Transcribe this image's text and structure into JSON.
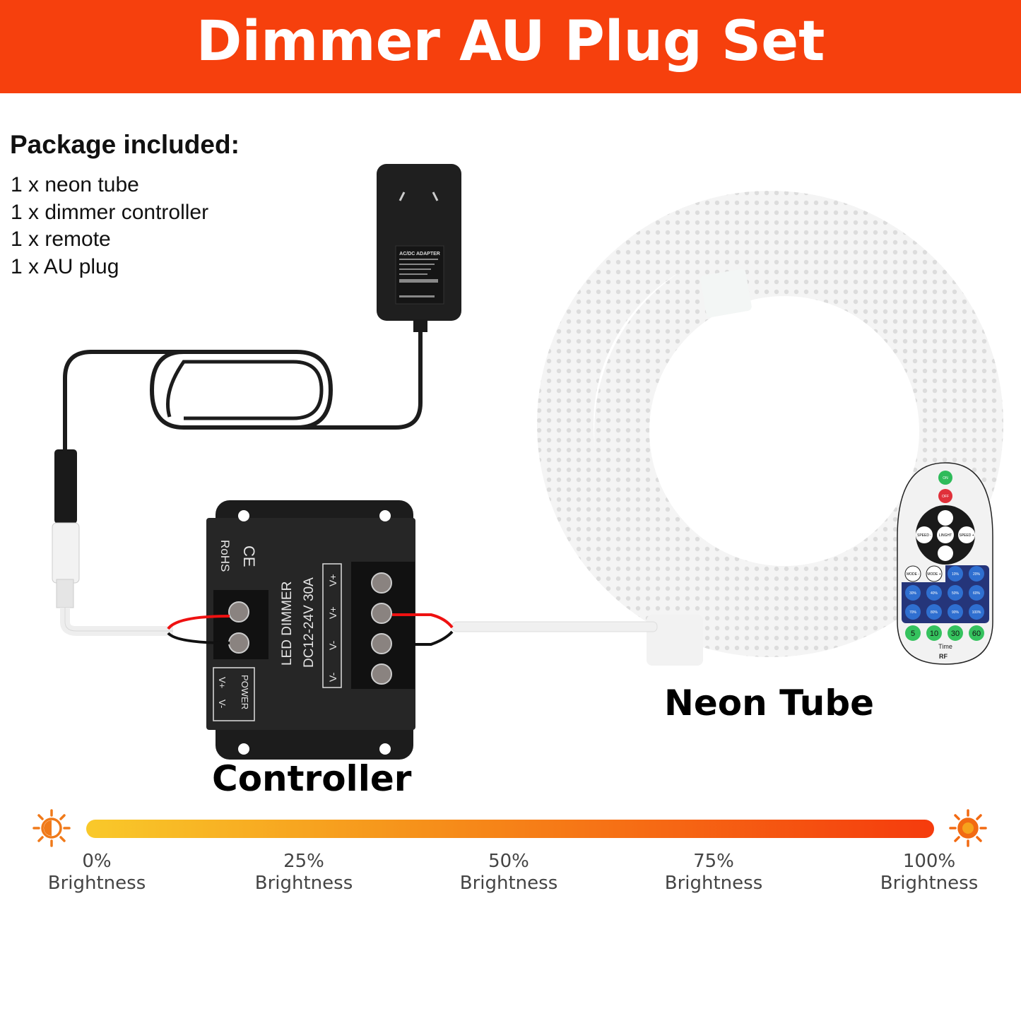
{
  "header": {
    "title": "Dimmer AU Plug Set",
    "background_color": "#f6400d"
  },
  "package": {
    "title": "Package included:",
    "items": [
      "1 x neon tube",
      "1 x dimmer controller",
      "1 x remote",
      "1 x AU plug"
    ]
  },
  "adapter": {
    "label_title": "AC/DC ADAPTER"
  },
  "controller": {
    "label": "Controller",
    "rohs": "RoHS",
    "ce": "CE",
    "name": "LED DIMMER",
    "rating": "DC12-24V 30A",
    "power_label": "POWER",
    "v_plus": "V+",
    "v_minus": "V-"
  },
  "neon": {
    "label": "Neon Tube"
  },
  "remote": {
    "on": "ON",
    "off": "OFF",
    "speed_minus": "SPEED -",
    "speed_plus": "SPEED +",
    "light": "LINGHT",
    "mode_minus": "MODE -",
    "mode_plus": "MODE +",
    "levels": [
      "10%",
      "20%",
      "30%",
      "40%",
      "50%",
      "60%",
      "70%",
      "80%",
      "90%",
      "100%"
    ],
    "timers": [
      "5",
      "10",
      "30",
      "60"
    ],
    "time_label": "Time",
    "rf_label": "RF"
  },
  "brightness_scale": {
    "gradient_start": "#f9c92a",
    "gradient_end": "#f53b0d",
    "icons": [
      "sun-half-icon",
      "sun-full-icon"
    ],
    "stops": [
      {
        "percent": "0%",
        "label": "Brightness"
      },
      {
        "percent": "25%",
        "label": "Brightness"
      },
      {
        "percent": "50%",
        "label": "Brightness"
      },
      {
        "percent": "75%",
        "label": "Brightness"
      },
      {
        "percent": "100%",
        "label": "Brightness"
      }
    ]
  }
}
